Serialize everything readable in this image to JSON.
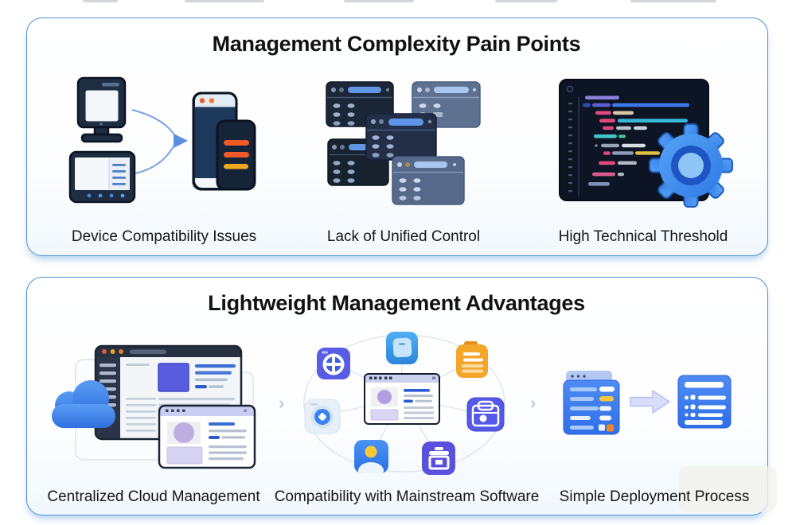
{
  "panel_pain": {
    "title": "Management Complexity Pain Points",
    "items": [
      {
        "label": "Device Compatibility Issues",
        "icon": "devices-arrow-phone"
      },
      {
        "label": "Lack of Unified Control",
        "icon": "scattered-windows"
      },
      {
        "label": "High Technical Threshold",
        "icon": "code-editor-with-gear"
      }
    ]
  },
  "panel_adv": {
    "title": "Lightweight Management Advantages",
    "items": [
      {
        "label": "Centralized Cloud Management",
        "icon": "cloud-with-dashboard"
      },
      {
        "label": "Compatibility with Mainstream Software",
        "icon": "software-network"
      },
      {
        "label": "Simple Deployment Process",
        "icon": "form-arrow-document"
      }
    ],
    "separator_glyph": "›"
  },
  "colors": {
    "panel_border": "#4e90d8",
    "panel_glow": "#9cc4e8",
    "dark_navy": "#1e2d42",
    "slate_window": "#5e7191",
    "accent_blue": "#3b82f0",
    "bright_blue_pill": "#6096e2",
    "orange": "#f05a28",
    "amber": "#f0a820",
    "clipboard_orange": "#f4a62a",
    "indigo": "#585ce4",
    "purple": "#5b50dd",
    "code_pink": "#e0487e",
    "code_cyan": "#3ab6d6",
    "code_yellow": "#e2c242",
    "gear_blue": "#3f8df2",
    "gear_ring": "#1d55c4",
    "gear_center": "#8ec6f8",
    "label_text": "#161616"
  }
}
